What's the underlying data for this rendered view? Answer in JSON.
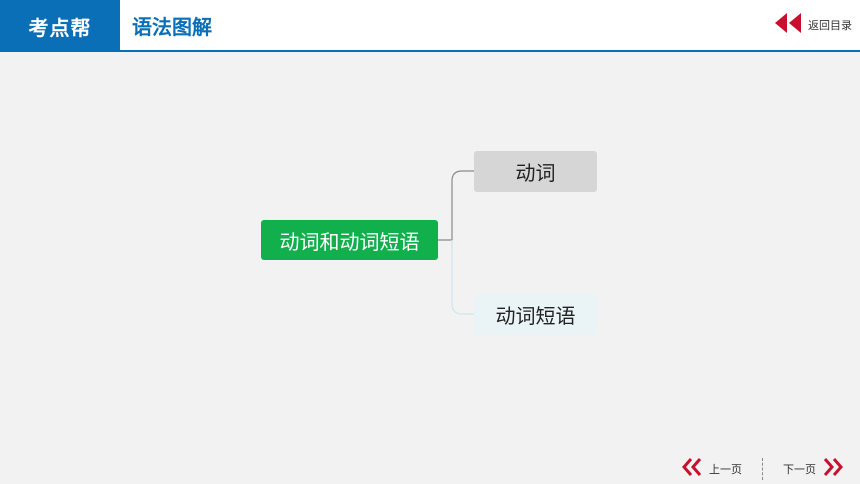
{
  "header": {
    "brand": "考点帮",
    "title": "语法图解",
    "back_label": "返回目录"
  },
  "mindmap": {
    "root": "动词和动词短语",
    "branches": [
      {
        "label": "动词"
      },
      {
        "label": "动词短语"
      }
    ]
  },
  "pager": {
    "prev_label": "上一页",
    "next_label": "下一页"
  },
  "colors": {
    "brand_blue": "#0b6fb8",
    "root_green": "#12b04c",
    "branch_gray": "#d6d6d6",
    "branch_light": "#eaf4f7",
    "nav_red": "#c8102e"
  },
  "icons": {
    "back": "double-left-triangle-icon",
    "prev": "double-chevron-left-icon",
    "next": "double-chevron-right-icon"
  }
}
